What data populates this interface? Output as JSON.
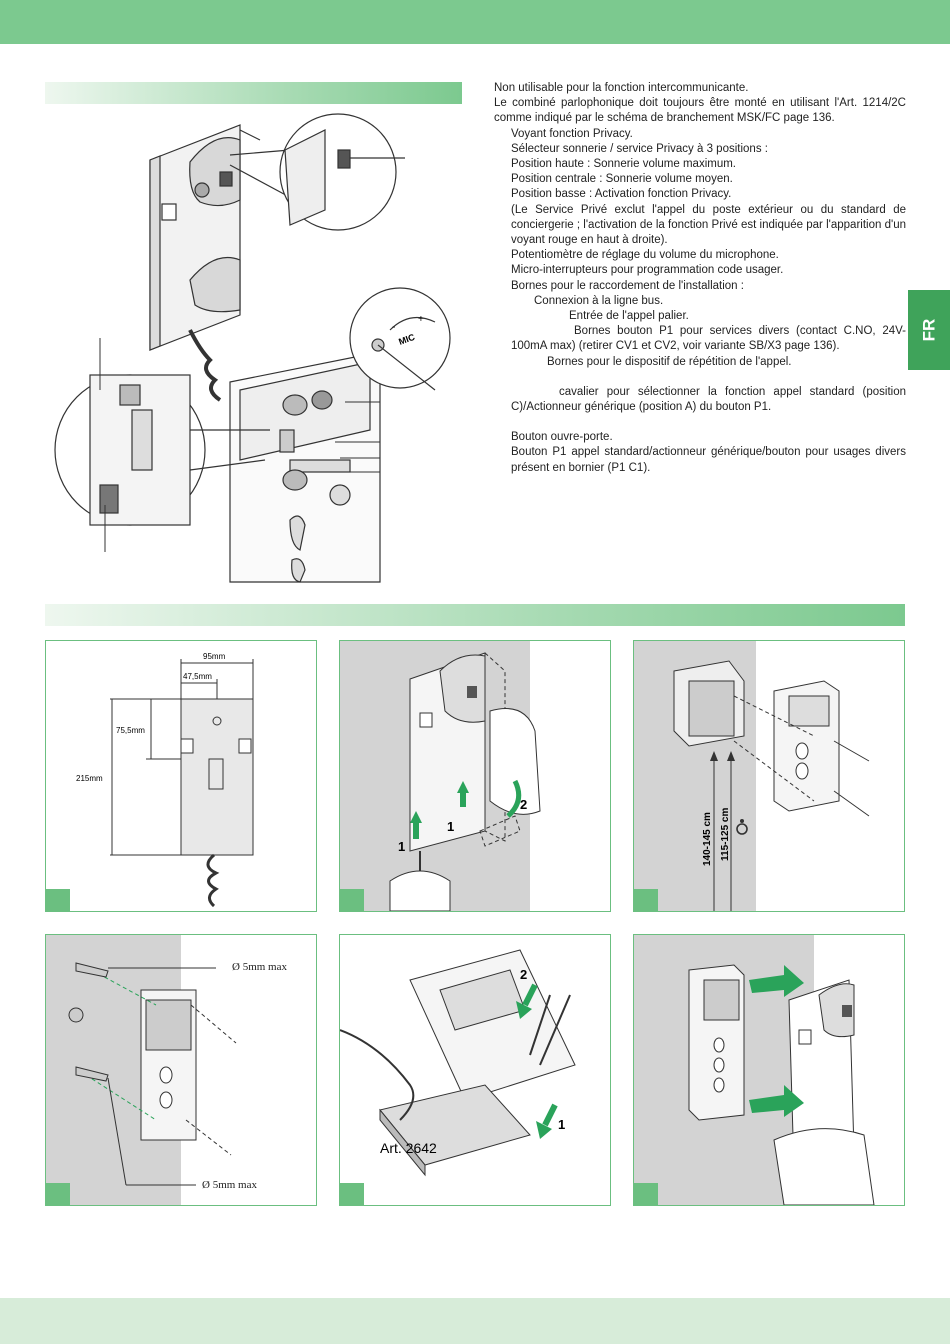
{
  "colors": {
    "accent": "#7cc98f",
    "tab": "#3fa35a",
    "wall": "#d3d3d3",
    "arrow": "#2aa35a"
  },
  "tab_label": "FR",
  "description": [
    "Non utilisable pour la fonction intercommunicante.",
    "Le combiné parlophonique doit toujours être monté en utilisant l'Art. 1214/2C comme indiqué par le schéma de branchement  MSK/FC page 136.",
    "Voyant fonction Privacy.",
    "Sélecteur sonnerie / service Privacy à 3 positions :",
    "Position haute : Sonnerie volume maximum.",
    "Position centrale : Sonnerie volume moyen.",
    "Position basse : Activation fonction Privacy.",
    "(Le Service Privé exclut l'appel du poste extérieur ou du standard de conciergerie ; l'activation de la fonction Privé est indiquée par l'apparition d'un voyant rouge en haut à droite).",
    "Potentiomètre de réglage du volume du microphone.",
    "Micro-interrupteurs pour programmation code usager.",
    "Bornes pour le raccordement de l'installation :",
    "Connexion à la ligne bus.",
    "Entrée de l'appel palier.",
    "Bornes bouton P1 pour services divers (contact C.NO, 24V-100mA max) (retirer CV1 et CV2, voir variante SB/X3 page 136).",
    "Bornes pour le dispositif de répétition de l'appel.",
    "cavalier pour sélectionner la fonction appel standard (position C)/Actionneur générique (position A) du bouton P1.",
    "Bouton ouvre-porte.",
    "Bouton P1 appel standard/actionneur générique/bouton pour usages divers présent en bornier (P1 C1)."
  ],
  "diagram": {
    "mic_label": "MIC",
    "plus": "+",
    "minus": "-"
  },
  "panels": {
    "p1": {
      "width": "95mm",
      "half": "47,5mm",
      "offset": "75,5mm",
      "height": "215mm"
    },
    "p2": {
      "step1a": "1",
      "step1b": "1",
      "step2": "2"
    },
    "p3": {
      "h1": "140-145 cm",
      "h2": "115-125 cm"
    },
    "p4": {
      "hole1": "Ø 5mm max",
      "hole2": "Ø 5mm max"
    },
    "p5": {
      "article": "Art. 2642",
      "step2": "2",
      "step1": "1"
    }
  }
}
